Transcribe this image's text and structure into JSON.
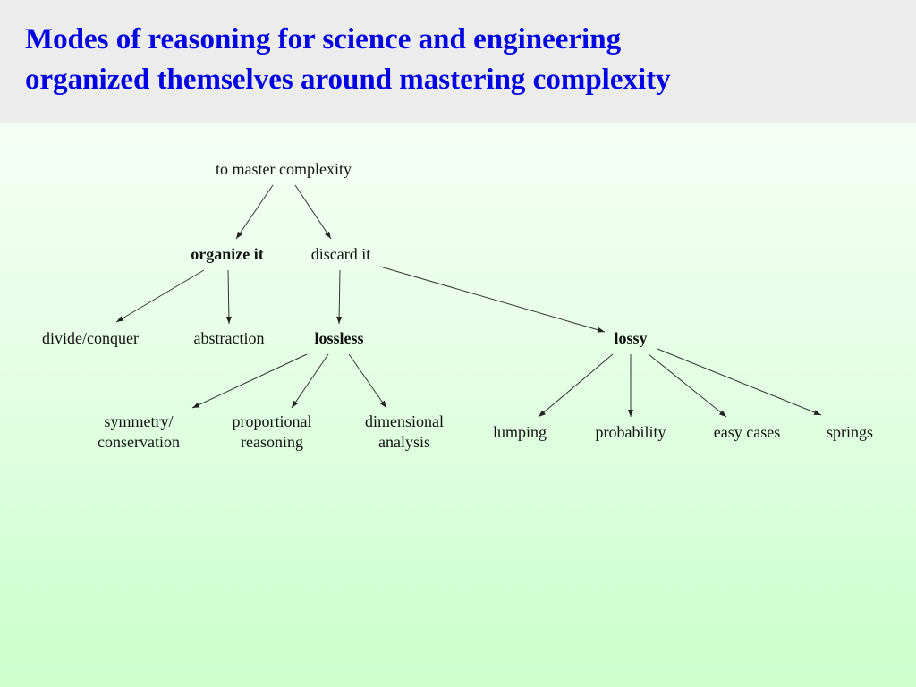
{
  "title": {
    "line1": "Modes of reasoning for science and engineering",
    "line2": "organized themselves around mastering complexity"
  },
  "tree": {
    "root": "to master complexity",
    "organize": "organize it",
    "discard": "discard it",
    "divide": "divide/conquer",
    "abstraction": "abstraction",
    "lossless": "lossless",
    "lossy": "lossy",
    "symmetry": [
      "symmetry/",
      "conservation"
    ],
    "proportional": [
      "proportional",
      "reasoning"
    ],
    "dimensional": [
      "dimensional",
      "analysis"
    ],
    "lumping": "lumping",
    "probability": "probability",
    "easy": "easy cases",
    "springs": "springs"
  }
}
